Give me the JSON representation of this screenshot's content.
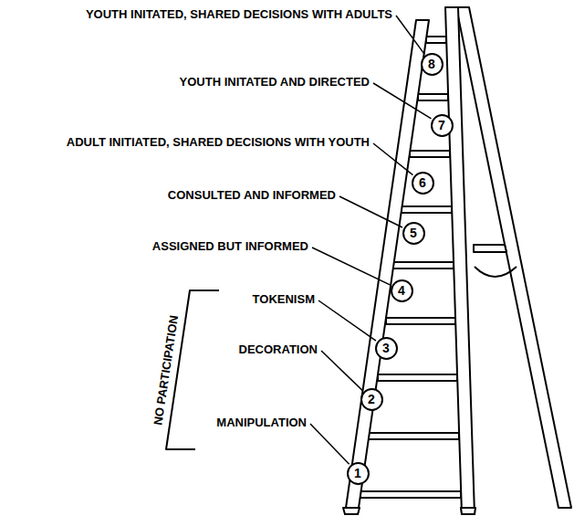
{
  "diagram": {
    "nodes": [
      {
        "text": [
          "8"
        ]
      },
      {
        "text": [
          "7"
        ]
      },
      {
        "text": [
          "6"
        ]
      },
      {
        "text": [
          "5"
        ]
      },
      {
        "text": [
          "4"
        ]
      },
      {
        "text": [
          "3"
        ]
      },
      {
        "text": [
          "2"
        ]
      },
      {
        "text": [
          "1"
        ]
      }
    ],
    "labels": [
      "YOUTH INITATED, SHARED DECISIONS WITH ADULTS",
      "YOUTH INITATED AND DIRECTED",
      "ADULT INITIATED, SHARED DECISIONS WITH YOUTH",
      "CONSULTED AND INFORMED",
      "ASSIGNED BUT INFORMED",
      "TOKENISM",
      "DECORATION",
      "MANIPULATION",
      "NO PARTICIPATION"
    ]
  }
}
